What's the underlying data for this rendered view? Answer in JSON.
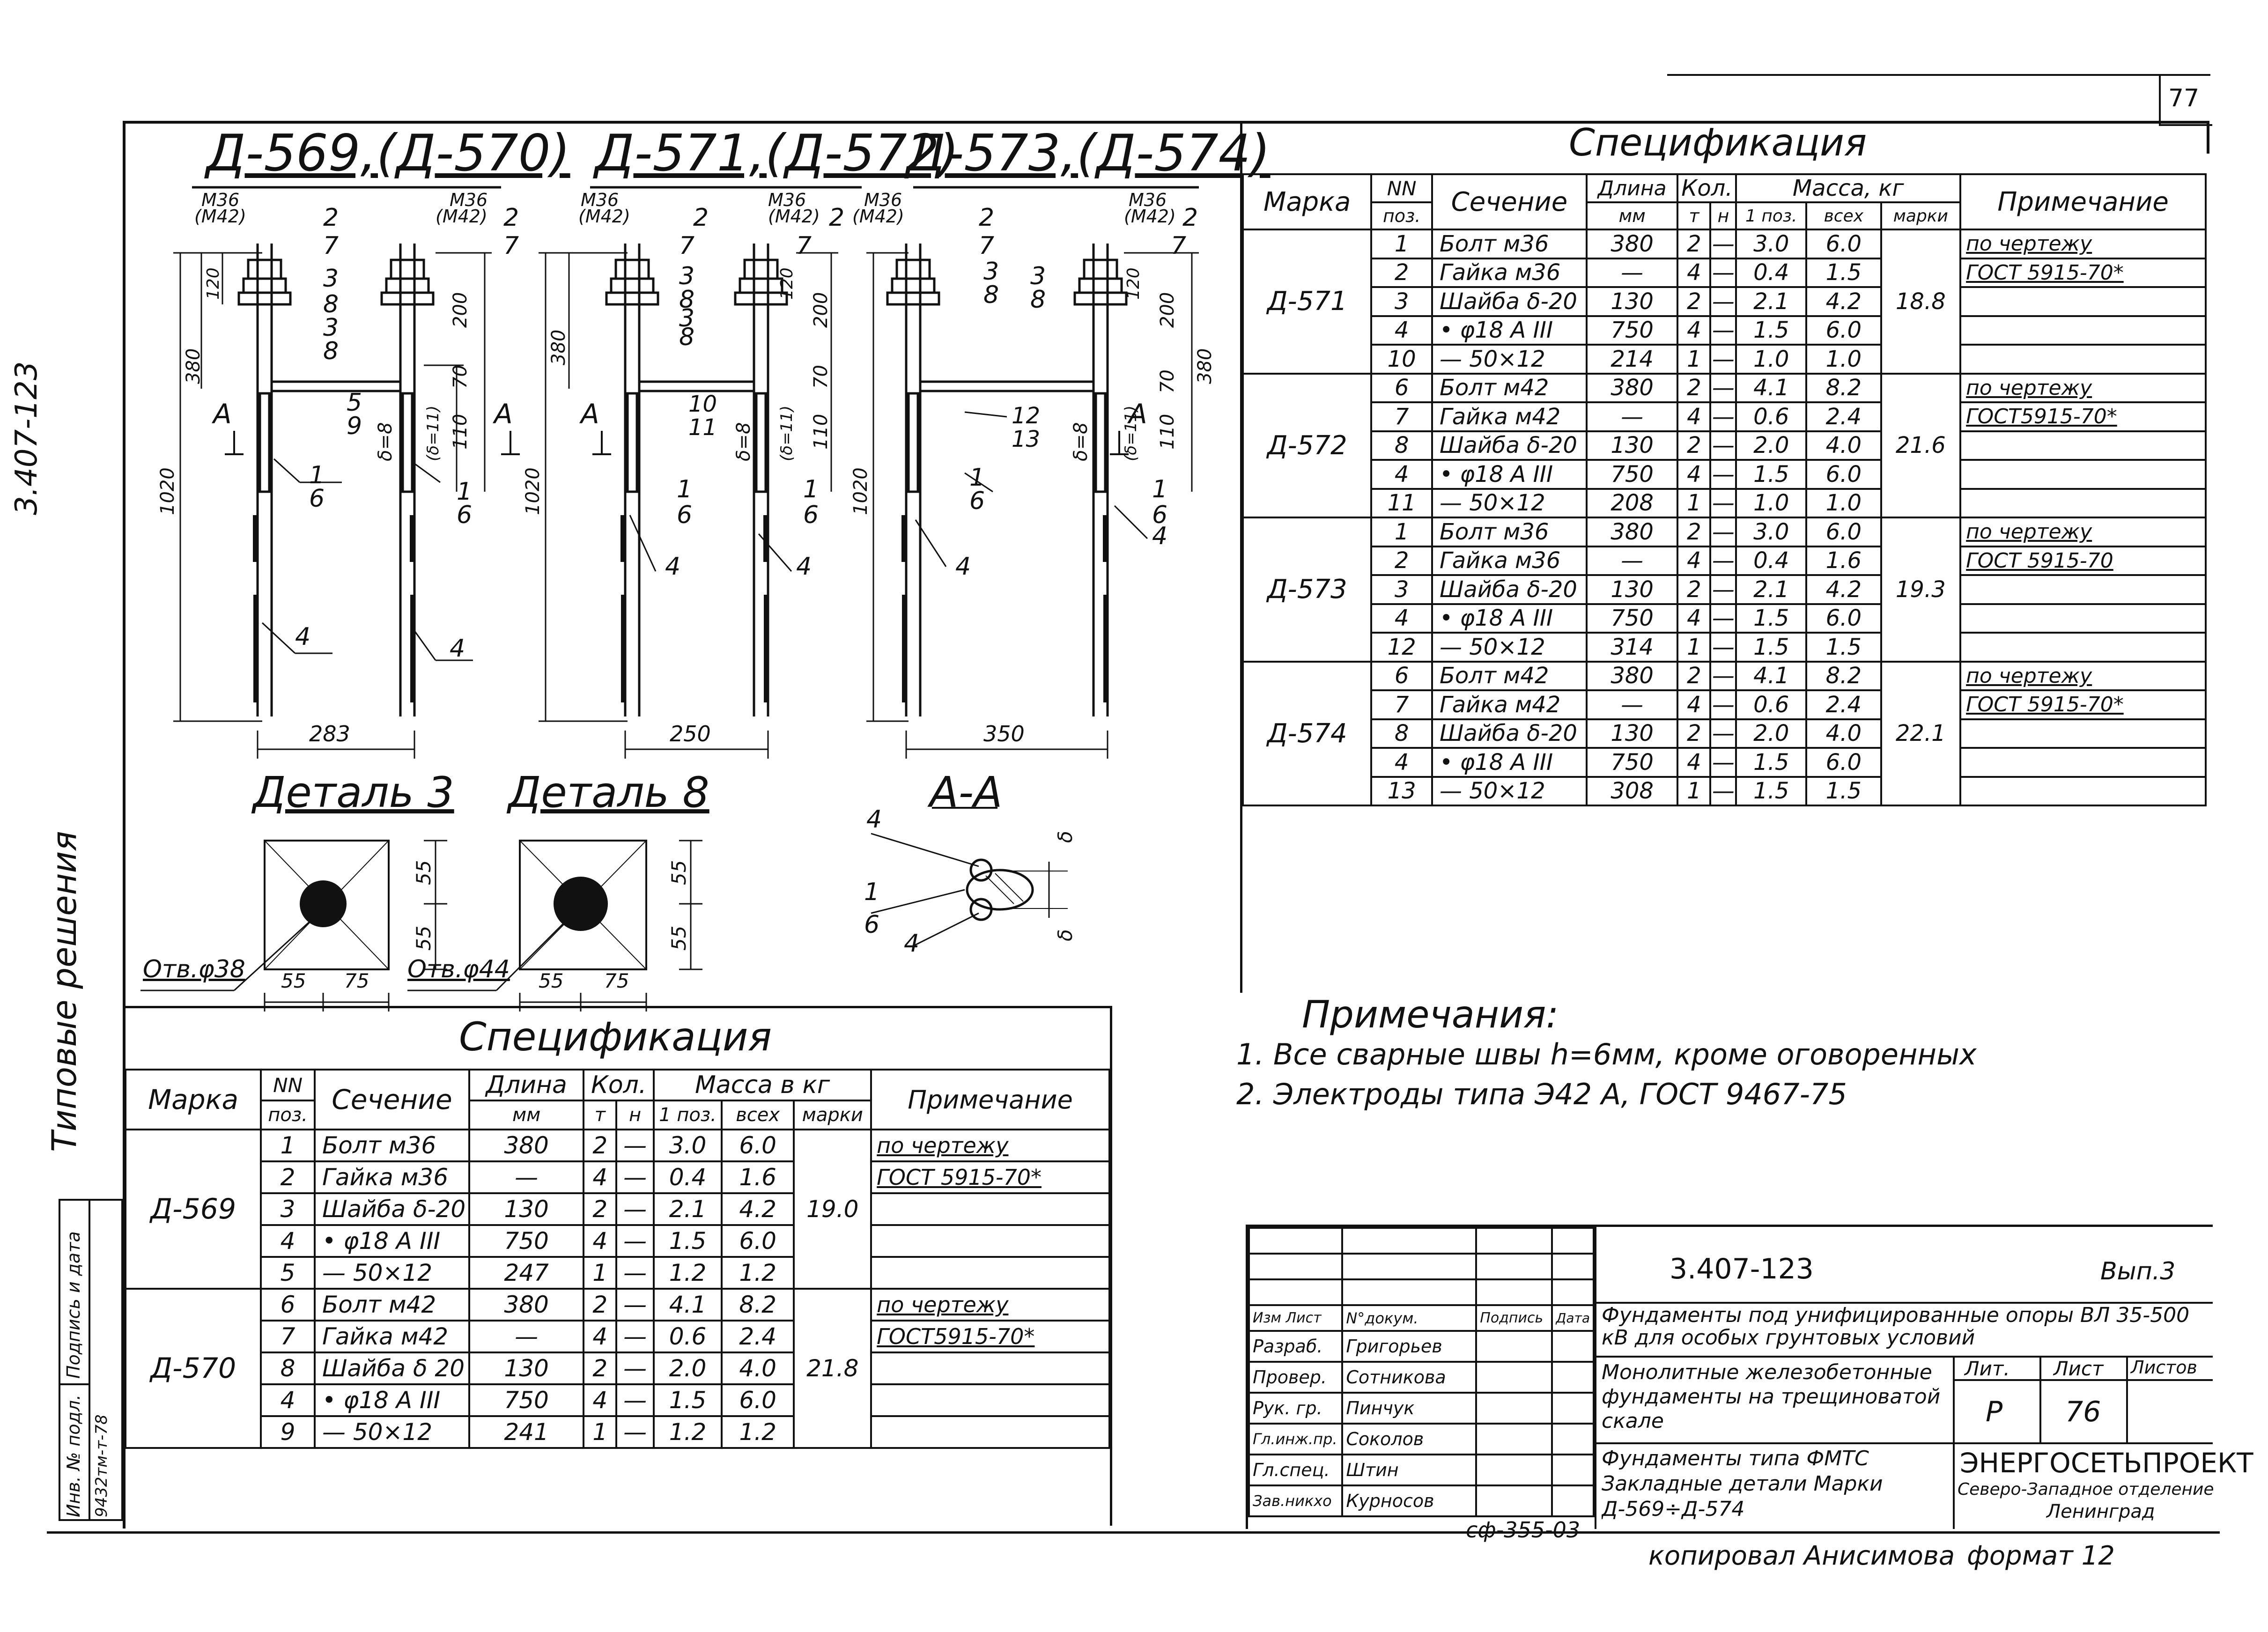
{
  "sheet_number": "77",
  "side_code": "3.407-123",
  "side_label": "Типовые решения",
  "left_strip": {
    "inv_label": "Инв. № подл.",
    "sign_label": "Подпись и дата",
    "inv_value": "9432тм-т-78"
  },
  "views": [
    {
      "title": "Д-569,(Д-570)",
      "left_thread": "M36",
      "left_thread_alt": "(M42)",
      "right_thread": "M36",
      "right_thread_alt": "(M42)",
      "width": "283"
    },
    {
      "title": "Д-571,(Д-572)",
      "left_thread": "M36",
      "left_thread_alt": "(M42)",
      "right_thread": "M36",
      "right_thread_alt": "(M42)",
      "width": "250"
    },
    {
      "title": "Д-573,(Д-574)",
      "left_thread": "M36",
      "left_thread_alt": "(M42)",
      "right_thread": "M36",
      "right_thread_alt": "(M42)",
      "width": "350"
    }
  ],
  "dims": {
    "d120": "120",
    "d380": "380",
    "d1020": "1020",
    "d200": "200",
    "d70": "70",
    "d110": "110",
    "d_delta8": "δ=8",
    "d_delta11": "(δ=11)",
    "section": "A"
  },
  "callouts": {
    "c1": "1",
    "c2": "2",
    "c3": "3",
    "c4": "4",
    "c5": "5",
    "c6": "6",
    "c7": "7",
    "c8": "8",
    "c9": "9",
    "c10": "10",
    "c11": "11",
    "c12": "12",
    "c13": "13"
  },
  "details": {
    "detail3": "Деталь 3",
    "detail8": "Деталь 8",
    "section_aa": "А-А",
    "d55": "55",
    "d75": "75",
    "hole38": "Отв.φ38",
    "hole44": "Отв.φ44",
    "d_delta": "δ"
  },
  "spec_title": "Спецификация",
  "spec_headers": {
    "marka": "Марка",
    "nn": "NN",
    "poz": "поз.",
    "sechenie": "Сечение",
    "dlina": "Длина",
    "mm": "мм",
    "kol": "Кол.",
    "t": "т",
    "n": "н",
    "massa_bottom": "Масса в кг",
    "massa_top": "Масса, кг",
    "one_poz": "1 поз.",
    "vseh": "всех",
    "marki": "марки",
    "primechanie": "Примечание"
  },
  "spec_bottom": [
    {
      "marka": "Д-569",
      "total": "19.0",
      "note1": "по чертежу",
      "note2": "ГОСТ 5915-70*",
      "rows": [
        {
          "poz": "1",
          "sech": "Болт м36",
          "len": "380",
          "t": "2",
          "n": "—",
          "m1": "3.0",
          "mall": "6.0"
        },
        {
          "poz": "2",
          "sech": "Гайка м36",
          "len": "—",
          "t": "4",
          "n": "—",
          "m1": "0.4",
          "mall": "1.6"
        },
        {
          "poz": "3",
          "sech": "Шайба δ-20",
          "len": "130",
          "t": "2",
          "n": "—",
          "m1": "2.1",
          "mall": "4.2"
        },
        {
          "poz": "4",
          "sech": "• φ18 A III",
          "len": "750",
          "t": "4",
          "n": "—",
          "m1": "1.5",
          "mall": "6.0"
        },
        {
          "poz": "5",
          "sech": "— 50×12",
          "len": "247",
          "t": "1",
          "n": "—",
          "m1": "1.2",
          "mall": "1.2"
        }
      ]
    },
    {
      "marka": "Д-570",
      "total": "21.8",
      "note1": "по чертежу",
      "note2": "ГОСТ5915-70*",
      "rows": [
        {
          "poz": "6",
          "sech": "Болт м42",
          "len": "380",
          "t": "2",
          "n": "—",
          "m1": "4.1",
          "mall": "8.2"
        },
        {
          "poz": "7",
          "sech": "Гайка м42",
          "len": "—",
          "t": "4",
          "n": "—",
          "m1": "0.6",
          "mall": "2.4"
        },
        {
          "poz": "8",
          "sech": "Шайба δ 20",
          "len": "130",
          "t": "2",
          "n": "—",
          "m1": "2.0",
          "mall": "4.0"
        },
        {
          "poz": "4",
          "sech": "• φ18 A III",
          "len": "750",
          "t": "4",
          "n": "—",
          "m1": "1.5",
          "mall": "6.0"
        },
        {
          "poz": "9",
          "sech": "— 50×12",
          "len": "241",
          "t": "1",
          "n": "—",
          "m1": "1.2",
          "mall": "1.2"
        }
      ]
    }
  ],
  "spec_top": [
    {
      "marka": "Д-571",
      "total": "18.8",
      "note1": "по чертежу",
      "note2": "ГОСТ 5915-70*",
      "rows": [
        {
          "poz": "1",
          "sech": "Болт м36",
          "len": "380",
          "t": "2",
          "n": "—",
          "m1": "3.0",
          "mall": "6.0"
        },
        {
          "poz": "2",
          "sech": "Гайка м36",
          "len": "—",
          "t": "4",
          "n": "—",
          "m1": "0.4",
          "mall": "1.5"
        },
        {
          "poz": "3",
          "sech": "Шайба δ-20",
          "len": "130",
          "t": "2",
          "n": "—",
          "m1": "2.1",
          "mall": "4.2"
        },
        {
          "poz": "4",
          "sech": "• φ18 A III",
          "len": "750",
          "t": "4",
          "n": "—",
          "m1": "1.5",
          "mall": "6.0"
        },
        {
          "poz": "10",
          "sech": "— 50×12",
          "len": "214",
          "t": "1",
          "n": "—",
          "m1": "1.0",
          "mall": "1.0"
        }
      ]
    },
    {
      "marka": "Д-572",
      "total": "21.6",
      "note1": "по чертежу",
      "note2": "ГОСТ5915-70*",
      "rows": [
        {
          "poz": "6",
          "sech": "Болт м42",
          "len": "380",
          "t": "2",
          "n": "—",
          "m1": "4.1",
          "mall": "8.2"
        },
        {
          "poz": "7",
          "sech": "Гайка м42",
          "len": "—",
          "t": "4",
          "n": "—",
          "m1": "0.6",
          "mall": "2.4"
        },
        {
          "poz": "8",
          "sech": "Шайба δ-20",
          "len": "130",
          "t": "2",
          "n": "—",
          "m1": "2.0",
          "mall": "4.0"
        },
        {
          "poz": "4",
          "sech": "• φ18 A III",
          "len": "750",
          "t": "4",
          "n": "—",
          "m1": "1.5",
          "mall": "6.0"
        },
        {
          "poz": "11",
          "sech": "— 50×12",
          "len": "208",
          "t": "1",
          "n": "—",
          "m1": "1.0",
          "mall": "1.0"
        }
      ]
    },
    {
      "marka": "Д-573",
      "total": "19.3",
      "note1": "по чертежу",
      "note2": "ГОСТ 5915-70",
      "rows": [
        {
          "poz": "1",
          "sech": "Болт м36",
          "len": "380",
          "t": "2",
          "n": "—",
          "m1": "3.0",
          "mall": "6.0"
        },
        {
          "poz": "2",
          "sech": "Гайка м36",
          "len": "—",
          "t": "4",
          "n": "—",
          "m1": "0.4",
          "mall": "1.6"
        },
        {
          "poz": "3",
          "sech": "Шайба δ-20",
          "len": "130",
          "t": "2",
          "n": "—",
          "m1": "2.1",
          "mall": "4.2"
        },
        {
          "poz": "4",
          "sech": "• φ18 A III",
          "len": "750",
          "t": "4",
          "n": "—",
          "m1": "1.5",
          "mall": "6.0"
        },
        {
          "poz": "12",
          "sech": "— 50×12",
          "len": "314",
          "t": "1",
          "n": "—",
          "m1": "1.5",
          "mall": "1.5"
        }
      ]
    },
    {
      "marka": "Д-574",
      "total": "22.1",
      "note1": "по чертежу",
      "note2": "ГОСТ 5915-70*",
      "rows": [
        {
          "poz": "6",
          "sech": "Болт м42",
          "len": "380",
          "t": "2",
          "n": "—",
          "m1": "4.1",
          "mall": "8.2"
        },
        {
          "poz": "7",
          "sech": "Гайка м42",
          "len": "—",
          "t": "4",
          "n": "—",
          "m1": "0.6",
          "mall": "2.4"
        },
        {
          "poz": "8",
          "sech": "Шайба δ-20",
          "len": "130",
          "t": "2",
          "n": "—",
          "m1": "2.0",
          "mall": "4.0"
        },
        {
          "poz": "4",
          "sech": "• φ18 A III",
          "len": "750",
          "t": "4",
          "n": "—",
          "m1": "1.5",
          "mall": "6.0"
        },
        {
          "poz": "13",
          "sech": "— 50×12",
          "len": "308",
          "t": "1",
          "n": "—",
          "m1": "1.5",
          "mall": "1.5"
        }
      ]
    }
  ],
  "notes": {
    "title": "Примечания:",
    "n1": "1. Все сварные швы h=6мм, кроме оговоренных",
    "n2": "2. Электроды типа Э42 А, ГОСТ 9467-75"
  },
  "title_block": {
    "code": "3.407-123",
    "vyp": "Вып.3",
    "project": "Фундаменты под унифицированные опоры ВЛ 35-500 кВ для особых грунтовых условий",
    "subject1": "Монолитные железобетонные фундаменты на трещиноватой скале",
    "subject2": "Фундаменты типа ФМТС Закладные детали Марки Д-569÷Д-574",
    "cols": {
      "izm": "Изм",
      "list": "Лист",
      "ndoc": "N°докум.",
      "podpis": "Подпись",
      "data": "Дата"
    },
    "staff": [
      {
        "role": "Разраб.",
        "name": "Григорьев"
      },
      {
        "role": "Провер.",
        "name": "Сотникова"
      },
      {
        "role": "Рук. гр.",
        "name": "Пинчук"
      },
      {
        "role": "Гл.инж.пр.",
        "name": "Соколов"
      },
      {
        "role": "Гл.спец.",
        "name": "Штин"
      },
      {
        "role": "Зав.никхо",
        "name": "Курносов"
      }
    ],
    "lit_label": "Лит.",
    "list_label": "Лист",
    "listov_label": "Листов",
    "lit_value": "Р",
    "list_value": "76",
    "org1": "ЭНЕРГОСЕТЬПРОЕКТ",
    "org2": "Северо-Западное отделение",
    "org3": "Ленинград"
  },
  "footer": {
    "stamp": "сф-355-03",
    "copied": "копировал Анисимова",
    "format": "формат 12"
  }
}
